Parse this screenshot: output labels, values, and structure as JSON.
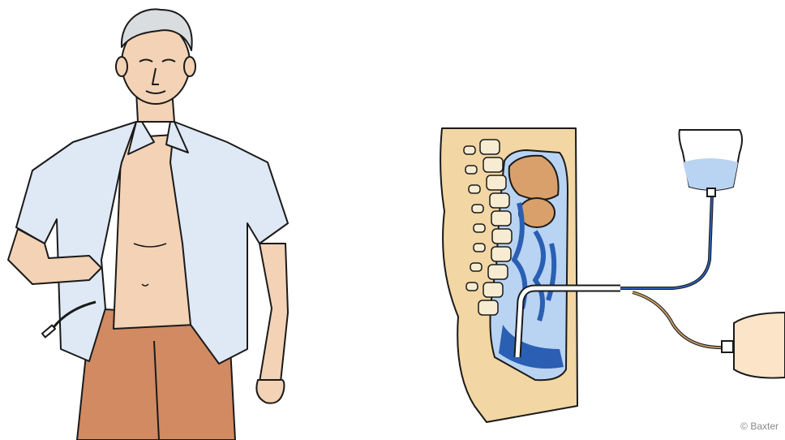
{
  "credit": "© Baxter",
  "colors": {
    "skin": "#f3d2b5",
    "shirt": "#dfe8f5",
    "pants": "#d18a62",
    "hair": "#d9dde0",
    "outline": "#1a1a1a",
    "dialysate_blue": "#2a5fb3",
    "light_blue": "#b9d3f2",
    "tan_body": "#f2d6a3",
    "organ": "#d9a06b",
    "tube": "#c49a66"
  },
  "icons": [
    "person-figure",
    "abdomen-cross-section",
    "fluid-bag-icon",
    "drain-bag-icon",
    "catheter-tube"
  ]
}
